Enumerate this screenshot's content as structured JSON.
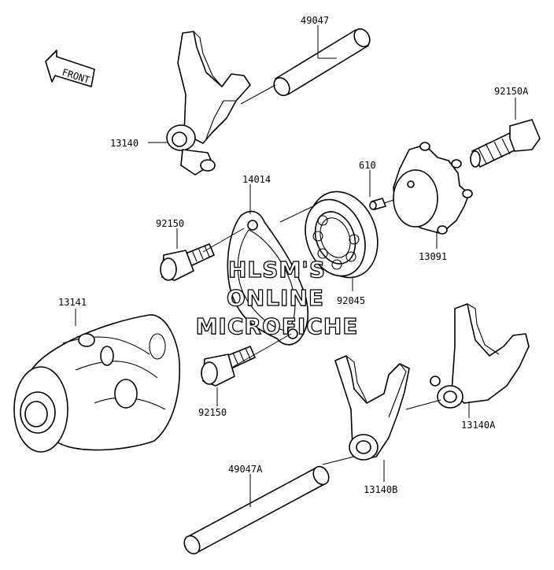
{
  "diagram": {
    "labels": {
      "p49047": "49047",
      "p13140": "13140",
      "p14014": "14014",
      "p92150a": "92150A",
      "p610": "610",
      "p92150_top": "92150",
      "p13091": "13091",
      "p92045": "92045",
      "p13141": "13141",
      "p13140a": "13140A",
      "p92150_bottom": "92150",
      "p49047a": "49047A",
      "p13140b": "13140B"
    },
    "front_arrow": "FRONT",
    "watermark": [
      "HLSM'S",
      "ONLINE",
      "MICROFICHE"
    ]
  }
}
